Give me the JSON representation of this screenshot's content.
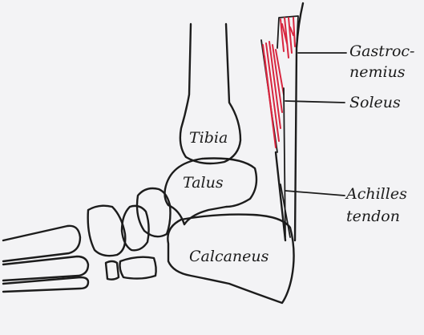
{
  "colors": {
    "background": "#f3f3f5",
    "ink": "#1c1c1c",
    "muscle": "#d8263f"
  },
  "bones": {
    "tibia": "Tibia",
    "talus": "Talus",
    "calcaneus": "Calcaneus"
  },
  "labels": {
    "gastrocnemius_line1": "Gastroc-",
    "gastrocnemius_line2": "nemius",
    "soleus": "Soleus",
    "achilles_line1": "Achilles",
    "achilles_line2": "tendon"
  }
}
